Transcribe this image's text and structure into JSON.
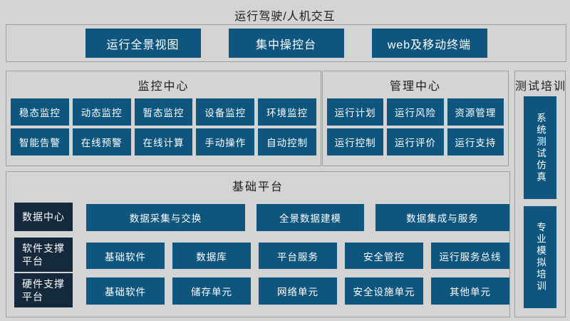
{
  "page_title": "运行驾驶/人机交互",
  "top_panel": {
    "buttons": [
      "运行全景视图",
      "集中操控台",
      "web及移动终端"
    ]
  },
  "monitoring": {
    "title": "监控中心",
    "buttons": [
      "稳态监控",
      "动态监控",
      "暂态监控",
      "设备监控",
      "环境监控",
      "智能告警",
      "在线预警",
      "在线计算",
      "手动操作",
      "自动控制"
    ]
  },
  "management": {
    "title": "管理中心",
    "buttons": [
      "运行计划",
      "运行风险",
      "资源管理",
      "运行控制",
      "运行评价",
      "运行支持"
    ]
  },
  "testing": {
    "title": "测试培训",
    "buttons": [
      "系统测试仿真",
      "专业模拟培训"
    ]
  },
  "platform": {
    "title": "基础平台",
    "rows": [
      {
        "label": "数据中心",
        "buttons": [
          "数据采集与交换",
          "全景数据建模",
          "数据集成与服务"
        ]
      },
      {
        "label": "软件支撑平台",
        "buttons": [
          "基础软件",
          "数据库",
          "平台服务",
          "安全管控",
          "运行服务总线"
        ]
      },
      {
        "label": "硬件支撑平台",
        "buttons": [
          "基础软件",
          "储存单元",
          "网络单元",
          "安全设施单元",
          "其他单元"
        ]
      }
    ]
  },
  "colors": {
    "tile_blue": "#0f567e",
    "label_navy": "#15293d",
    "background": "#d4d4d4",
    "border_gray": "#9e9e9e",
    "tile_text": "#ffffff",
    "title_text": "#1c1c1c"
  }
}
